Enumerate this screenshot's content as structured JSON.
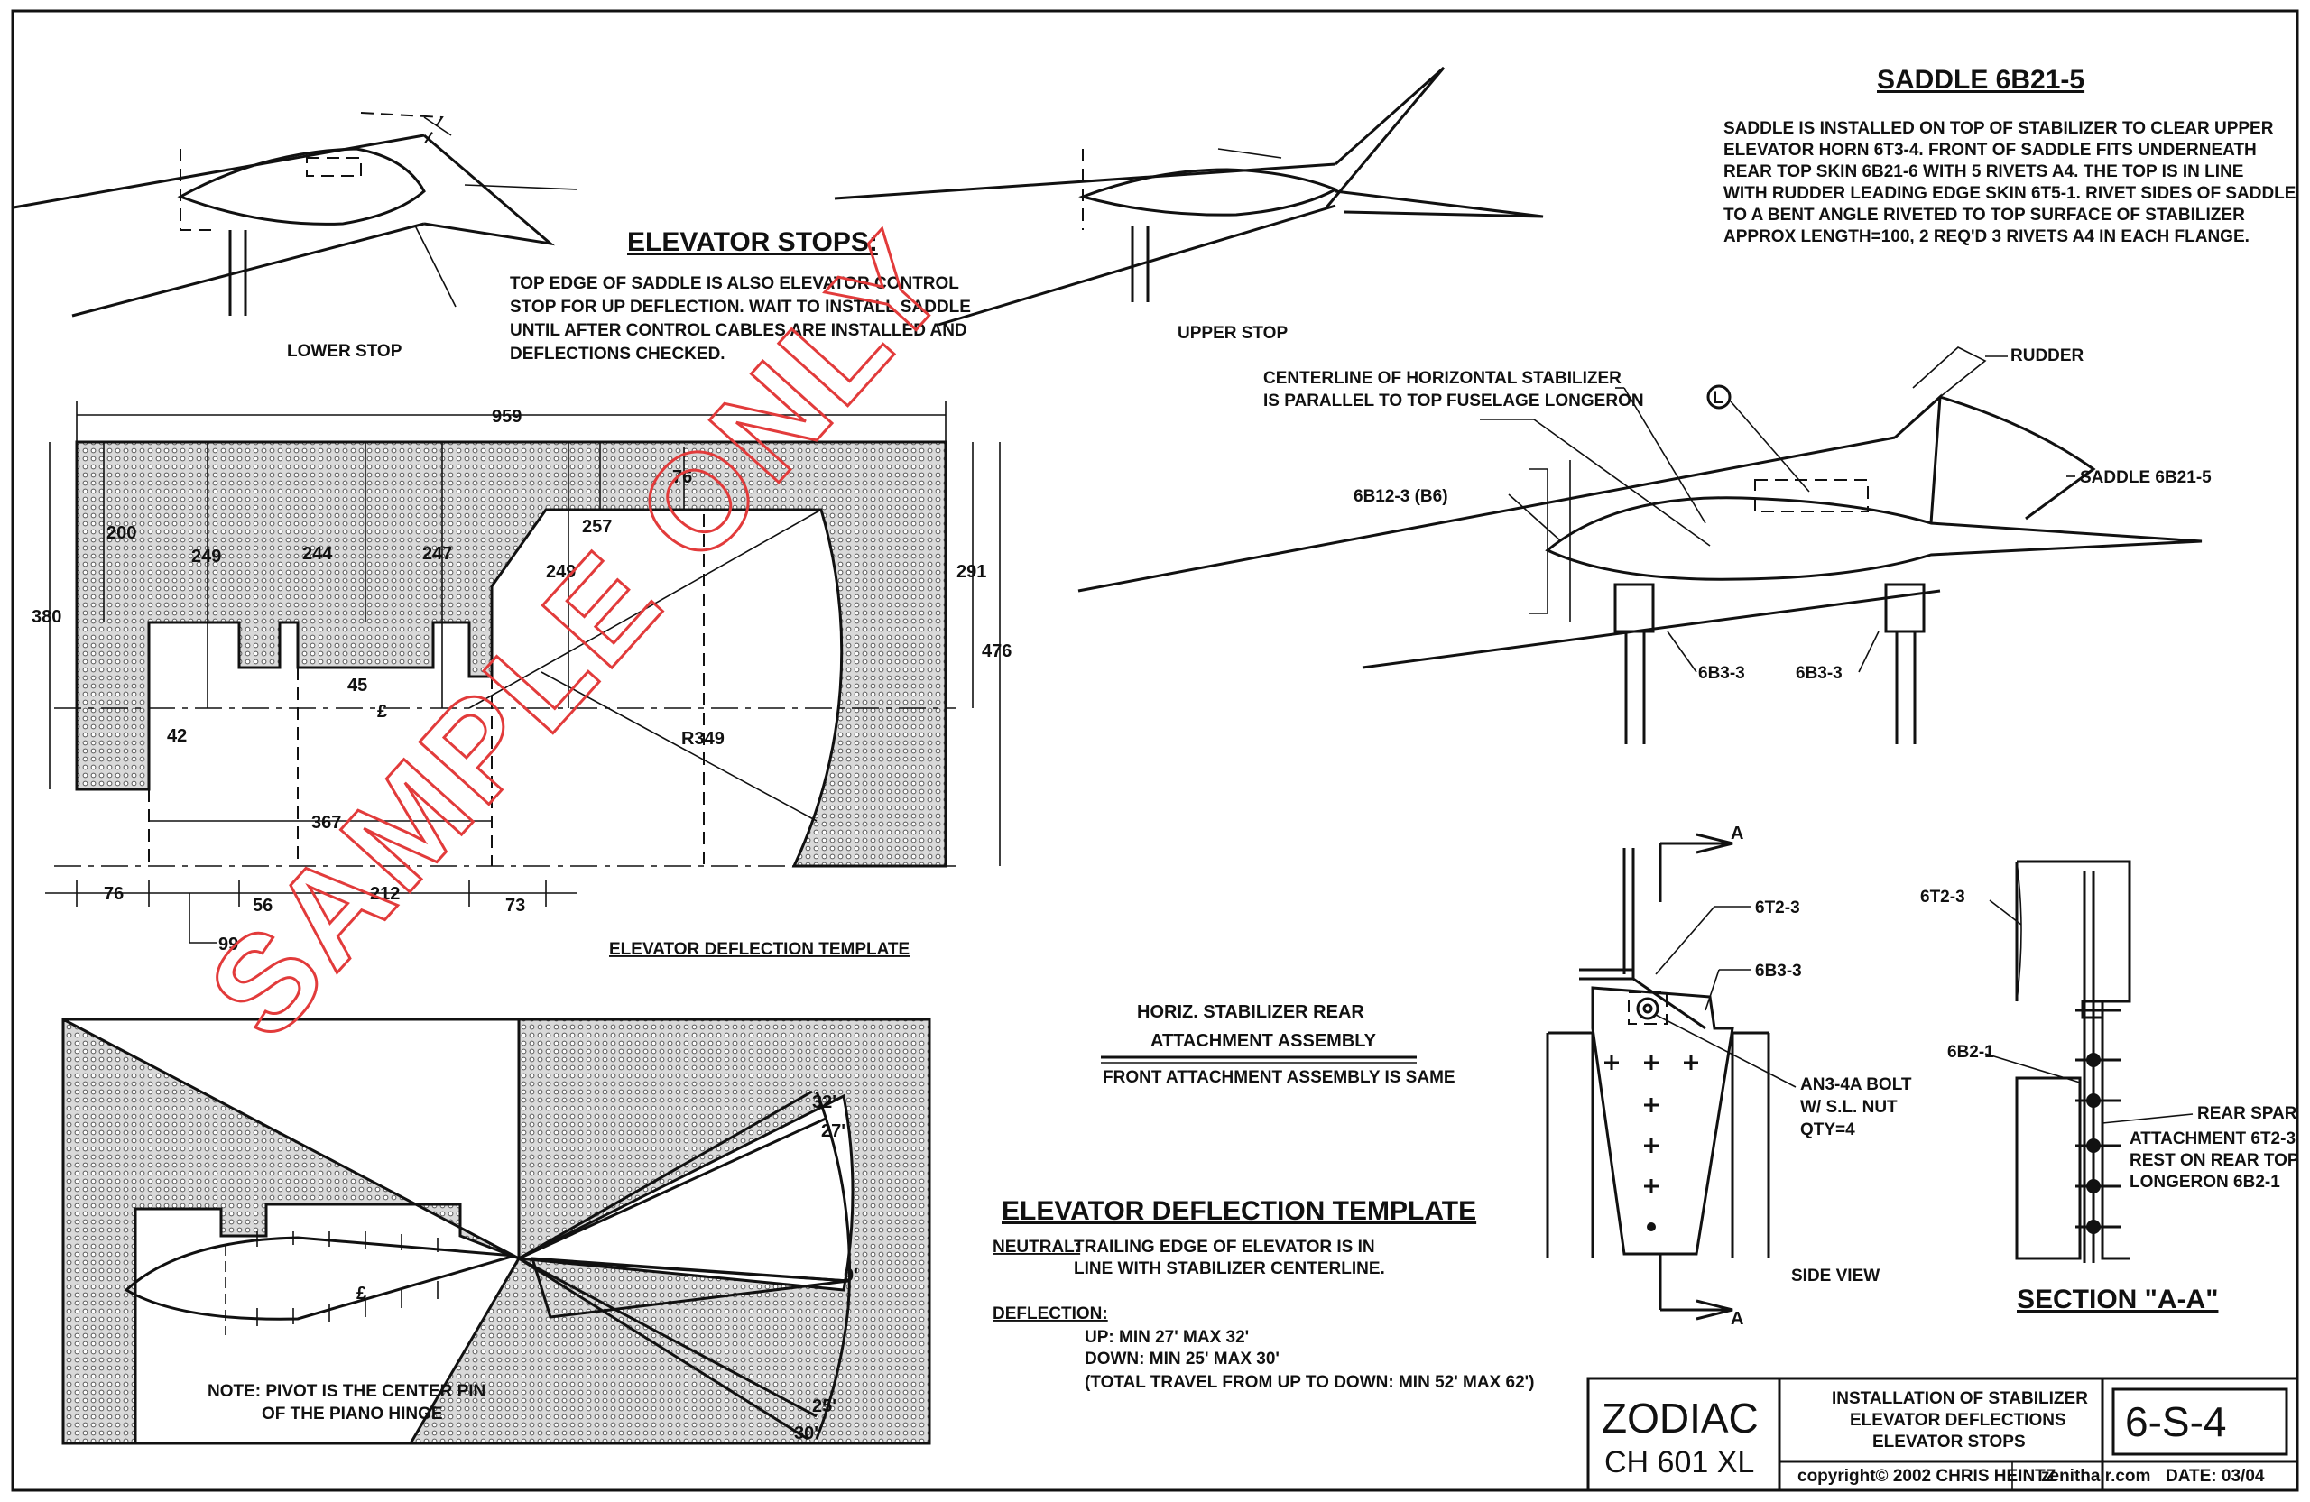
{
  "watermark": "SAMPLE ONLY",
  "elevator_stops": {
    "title": "ELEVATOR STOPS:",
    "lines": [
      "TOP EDGE OF SADDLE IS ALSO  ELEVATOR CONTROL",
      "STOP FOR UP DEFLECTION. WAIT TO INSTALL SADDLE",
      "UNTIL AFTER CONTROL CABLES ARE INSTALLED AND",
      "DEFLECTIONS CHECKED."
    ],
    "lower_stop": "LOWER STOP",
    "upper_stop": "UPPER STOP"
  },
  "saddle": {
    "title": "SADDLE 6B21-5",
    "lines": [
      "SADDLE IS INSTALLED ON TOP OF STABILIZER  TO CLEAR UPPER",
      "ELEVATOR HORN 6T3-4.  FRONT OF SADDLE FITS UNDERNEATH",
      "REAR TOP SKIN 6B21-6 WITH 5 RIVETS A4. THE TOP IS IN LINE",
      "WITH RUDDER LEADING EDGE SKIN 6T5-1. RIVET SIDES OF SADDLE",
      "TO A BENT ANGLE RIVETED TO TOP SURFACE OF STABILIZER",
      "APPROX LENGTH=100, 2 REQ'D 3 RIVETS A4 IN EACH FLANGE."
    ]
  },
  "assembly_view": {
    "centerline_note": [
      "CENTERLINE OF HORIZONTAL STABILIZER",
      "IS PARALLEL TO TOP FUSELAGE LONGERON"
    ],
    "rudder": "RUDDER",
    "saddle_label": "SADDLE 6B21-5",
    "part_6b12": "6B12-3 (B6)",
    "part_6b3_a": "6B3-3",
    "part_6b3_b": "6B3-3",
    "circle_label": "L"
  },
  "template_dims": {
    "overall_width": "959",
    "top_offset": "76",
    "d200": "200",
    "d249a": "249",
    "d244": "244",
    "d247": "247",
    "d249b": "249",
    "d257": "257",
    "d380": "380",
    "d291": "291",
    "d476": "476",
    "d45": "45",
    "d42": "42",
    "r349": "R349",
    "d367": "367",
    "b76": "76",
    "b56": "56",
    "b212": "212",
    "b73": "73",
    "b99": "99",
    "centerline": "£"
  },
  "template_caption": "ELEVATOR DEFLECTION TEMPLATE",
  "rear_attach": {
    "title_line1": "HORIZ. STABILIZER REAR",
    "title_line2": "ATTACHMENT ASSEMBLY",
    "subtitle": "FRONT ATTACHMENT ASSEMBLY IS SAME"
  },
  "side_view": {
    "section_a_top": "A",
    "section_a_bottom": "A",
    "part_6t2": "6T2-3",
    "part_6b3": "6B3-3",
    "bolt": [
      "AN3-4A BOLT",
      "W/ S.L. NUT",
      "QTY=4"
    ],
    "caption": "SIDE VIEW"
  },
  "section_aa": {
    "part_6t2": "6T2-3",
    "part_6b2": "6B2-1",
    "notes": [
      "REAR SPAR",
      "ATTACHMENT 6T2-3",
      "REST ON REAR TOP",
      "LONGERON 6B2-1"
    ],
    "caption": "SECTION \"A-A\""
  },
  "deflection_template_2": {
    "angle_up_max": "32'",
    "angle_up_min": "27'",
    "angle_neutral": "0'",
    "angle_down_min": "25'",
    "angle_down_max": "30'",
    "centerline": "£",
    "note": [
      "NOTE: PIVOT IS THE CENTER PIN",
      "OF THE PIANO HINGE"
    ]
  },
  "deflection_notes": {
    "title": "ELEVATOR DEFLECTION TEMPLATE",
    "neutral_label": "NEUTRAL:",
    "neutral_text": [
      "TRAILING EDGE OF ELEVATOR IS IN",
      "LINE WITH STABILIZER CENTERLINE."
    ],
    "deflection_label": "DEFLECTION:",
    "up": "UP:    MIN 27' MAX 32'",
    "down": "DOWN:  MIN 25' MAX 30'",
    "total": "(TOTAL TRAVEL FROM UP TO DOWN: MIN 52' MAX 62')"
  },
  "title_block": {
    "brand": "ZODIAC",
    "model": "CH 601 XL",
    "desc": [
      "INSTALLATION OF STABILIZER",
      "ELEVATOR DEFLECTIONS",
      "ELEVATOR STOPS"
    ],
    "sheet": "6-S-4",
    "copyright": "copyright© 2002  CHRIS HEINTZ",
    "site": "zenithair.com",
    "date": "DATE: 03/04"
  }
}
